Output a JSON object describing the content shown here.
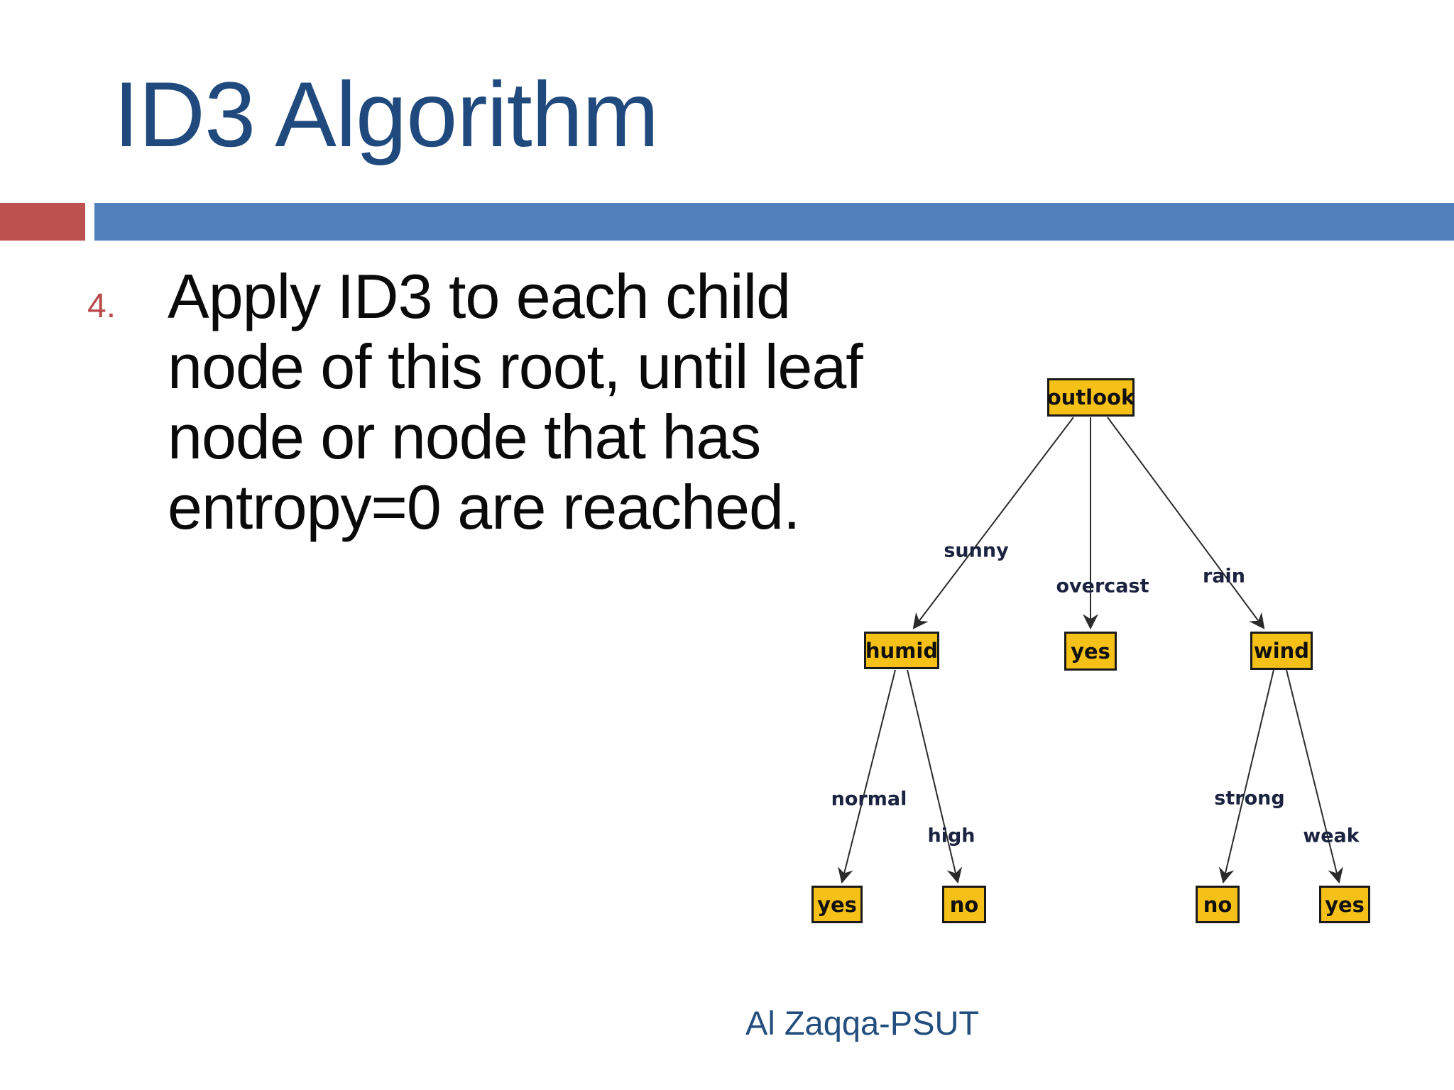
{
  "slide": {
    "title": "ID3 Algorithm",
    "bullet": {
      "number": "4.",
      "lines": [
        "Apply ID3 to each child",
        "node of this root, until leaf",
        "node or node that has",
        "entropy=0 are reached."
      ]
    },
    "footer": "Al Zaqqa-PSUT"
  },
  "tree": {
    "nodes": [
      {
        "id": "outlook",
        "label": "outlook"
      },
      {
        "id": "humid",
        "label": "humid"
      },
      {
        "id": "yes-mid",
        "label": "yes"
      },
      {
        "id": "wind",
        "label": "wind"
      },
      {
        "id": "yes-left",
        "label": "yes"
      },
      {
        "id": "no-left",
        "label": "no"
      },
      {
        "id": "no-right",
        "label": "no"
      },
      {
        "id": "yes-right",
        "label": "yes"
      }
    ],
    "edges": [
      {
        "from": "outlook",
        "to": "humid",
        "label": "sunny"
      },
      {
        "from": "outlook",
        "to": "yes-mid",
        "label": "overcast"
      },
      {
        "from": "outlook",
        "to": "wind",
        "label": "rain"
      },
      {
        "from": "humid",
        "to": "yes-left",
        "label": "normal"
      },
      {
        "from": "humid",
        "to": "no-left",
        "label": "high"
      },
      {
        "from": "wind",
        "to": "no-right",
        "label": "strong"
      },
      {
        "from": "wind",
        "to": "yes-right",
        "label": "weak"
      }
    ]
  },
  "colors": {
    "title_blue": "#204A7D",
    "accent_red": "#BC5150",
    "accent_blue": "#5081BD",
    "node_fill": "#F5C118",
    "node_border": "#1a1a1a",
    "edge_line": "#2b2b2b",
    "edge_label": "#1c2340",
    "list_number_red": "#B94B4A",
    "footer_blue": "#234E7E"
  }
}
